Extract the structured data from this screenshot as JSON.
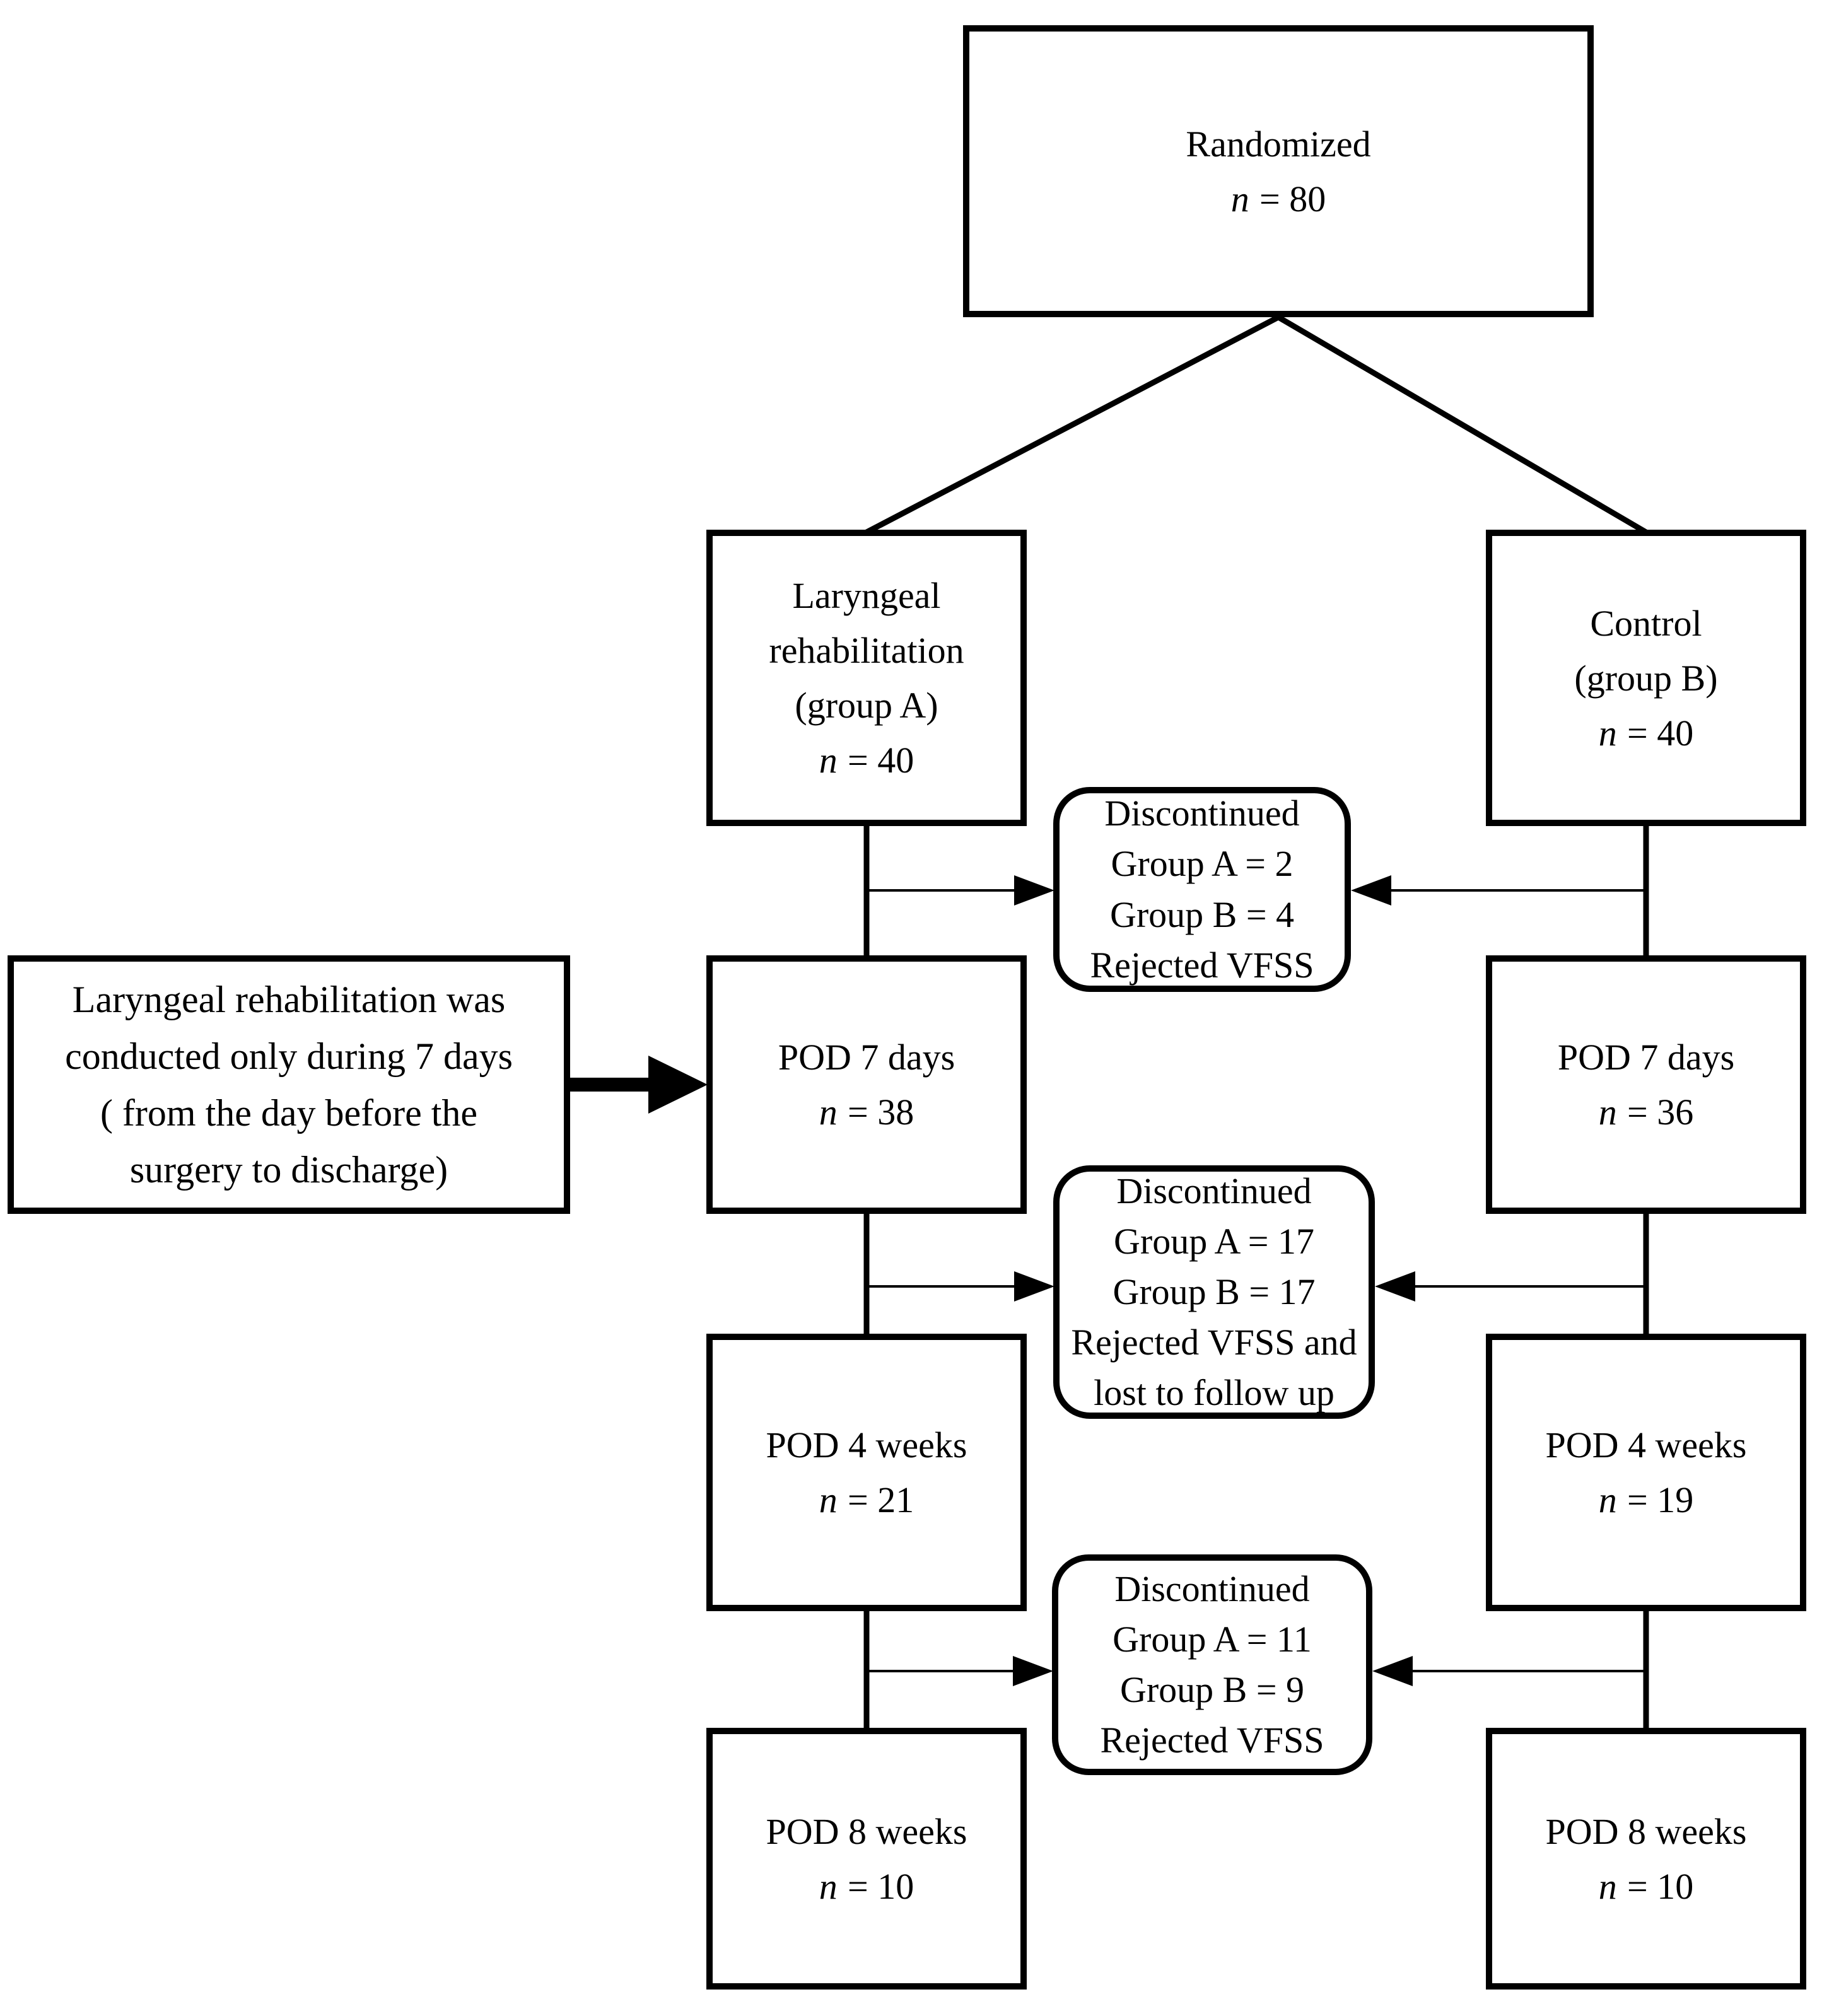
{
  "figure": {
    "background": "#ffffff",
    "line_color": "#000000"
  },
  "boxes": {
    "randomized": {
      "label_lines": [
        "Randomized"
      ],
      "n_italic": "n",
      "n_value": "= 80"
    },
    "group_a": {
      "label_lines": [
        "Laryngeal",
        "rehabilitation",
        "(group A)"
      ],
      "n_italic": "n",
      "n_value": "= 40"
    },
    "group_b": {
      "label_lines": [
        "Control",
        "(group B)"
      ],
      "n_italic": "n",
      "n_value": "= 40"
    },
    "note": {
      "lines": [
        "Laryngeal rehabilitation was",
        "conducted only during 7 days",
        "( from the day before the",
        "surgery to discharge)"
      ]
    },
    "pod7_a": {
      "label_lines": [
        "POD 7 days"
      ],
      "n_italic": "n",
      "n_value": "= 38"
    },
    "pod7_b": {
      "label_lines": [
        "POD 7 days"
      ],
      "n_italic": "n",
      "n_value": "= 36"
    },
    "pod4_a": {
      "label_lines": [
        "POD 4 weeks"
      ],
      "n_italic": "n",
      "n_value": "= 21"
    },
    "pod4_b": {
      "label_lines": [
        "POD 4 weeks"
      ],
      "n_italic": "n",
      "n_value": "= 19"
    },
    "pod8_a": {
      "label_lines": [
        "POD 8 weeks"
      ],
      "n_italic": "n",
      "n_value": "= 10"
    },
    "pod8_b": {
      "label_lines": [
        "POD 8 weeks"
      ],
      "n_italic": "n",
      "n_value": "= 10"
    },
    "discontinued_1": {
      "lines": [
        "Discontinued",
        "Group A = 2",
        "Group B = 4",
        "Rejected VFSS"
      ]
    },
    "discontinued_2": {
      "lines": [
        "Discontinued",
        "Group A = 17",
        "Group B = 17",
        "Rejected VFSS and",
        "lost to follow up"
      ]
    },
    "discontinued_3": {
      "lines": [
        "Discontinued",
        "Group A = 11",
        "Group B = 9",
        "Rejected VFSS"
      ]
    }
  }
}
